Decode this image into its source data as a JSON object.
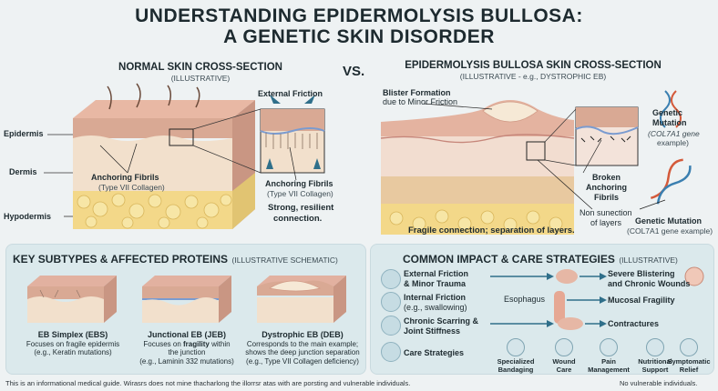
{
  "title_line1": "UNDERSTANDING EPIDERMOLYSIS BULLOSA:",
  "title_line2": "A GENETIC SKIN DISORDER",
  "vs": "VS.",
  "normal": {
    "heading": "NORMAL SKIN CROSS-SECTION",
    "sub": "(ILLUSTRATIVE)",
    "layers": [
      "Epidermis",
      "Dermis",
      "Hypodermis"
    ],
    "external_friction": "External Friction",
    "fibrils_label": "Anchoring Fibrils",
    "fibrils_sub": "(Type VII Collagen)",
    "fibrils2_label": "Anchoring Fibrils",
    "fibrils2_sub": "(Type VII Collagen)",
    "strong_line1": "Strong, resilient",
    "strong_line2": "connection."
  },
  "eb": {
    "heading": "EPIDERMOLYSIS BULLOSA SKIN CROSS-SECTION",
    "sub": "(ILLUSTRATIVE - e.g., DYSTROPHIC EB)",
    "blister_label": "Blister Formation",
    "blister_sub": "due to Minor Friction",
    "genetic1_line1": "Genetic",
    "genetic1_line2": "Mutation",
    "genetic1_sub1": "(COL7A1 gene",
    "genetic1_sub2": "example)",
    "broken_line1": "Broken",
    "broken_line2": "Anchoring",
    "broken_line3": "Fibrils",
    "non_line1": "Non sunection",
    "non_line2": "of layers",
    "genetic2": "Genetic Mutation",
    "genetic2_sub": "(COL7A1 gene example)",
    "fragile": "Fragile connection; separation of layers."
  },
  "subtypes": {
    "heading": "KEY SUBTYPES & AFFECTED PROTEINS",
    "heading_sub": "(ILLUSTRATIVE SCHEMATIC)",
    "items": [
      {
        "name": "EB Simplex (EBS)",
        "l1": "Focuses on fragile epidermis",
        "l2": "(e.g., Keratin mutations)",
        "l3": ""
      },
      {
        "name": "Junctional EB (JEB)",
        "l1a": "Focuses on ",
        "l1b": "fragility",
        "l1c": " within",
        "l2": "the junction",
        "l3": "(e.g., Laminin 332 mutations)"
      },
      {
        "name": "Dystrophic EB (DEB)",
        "l1": "Corresponds to the main example;",
        "l2": "shows the deep junction separation",
        "l3": "(e.g., Type VII Collagen deficiency)"
      }
    ]
  },
  "impact": {
    "heading": "COMMON IMPACT & CARE STRATEGIES",
    "heading_sub": "(ILLUSTRATIVE)",
    "rows": [
      {
        "l1": "External Friction",
        "l2": "& Minor Trauma",
        "result1": "Severe Blistering",
        "result2": "and Chronic Wounds"
      },
      {
        "l1": "Internal Friction",
        "l2": "(e.g., swallowing)",
        "result1": "Mucosal Fragility",
        "result2": ""
      },
      {
        "l1": "Chronic Scarring &",
        "l2": "Joint Stiffness",
        "result1": "Contractures",
        "result2": ""
      }
    ],
    "esophagus": "Esophagus",
    "care_label": "Care Strategies",
    "care": [
      {
        "l1": "Specialized",
        "l2": "Bandaging"
      },
      {
        "l1": "Wound",
        "l2": "Care"
      },
      {
        "l1": "Pain",
        "l2": "Management"
      },
      {
        "l1": "Nutritional",
        "l2": "Support"
      },
      {
        "l1": "Symptomatic",
        "l2": "Relief"
      }
    ]
  },
  "footer_left": "This is an informational medical guide. Wirasrs does not mine thacharlong the illorrsr atas with are porsting and vulnerable individuals.",
  "footer_right": "No vulnerable individuals.",
  "colors": {
    "epidermis": "#d9a994",
    "dermis": "#f2e0cc",
    "fat": "#f3d889",
    "accent": "#2f6f8a"
  }
}
